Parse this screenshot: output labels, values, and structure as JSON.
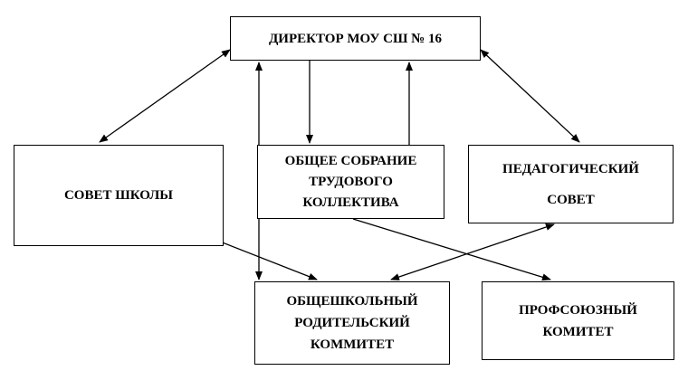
{
  "boxes": {
    "director": [
      "ДИРЕКТОР МОУ СШ № 16"
    ],
    "council": [
      "СОВЕТ ШКОЛЫ"
    ],
    "assembly": [
      "ОБЩЕЕ СОБРАНИЕ",
      "ТРУДОВОГО",
      "КОЛЛЕКТИВА"
    ],
    "pedsov": [
      "ПЕДАГОГИЧЕСКИЙ",
      "СОВЕТ"
    ],
    "parents": [
      "ОБЩЕШКОЛЬНЫЙ",
      "РОДИТЕЛЬСКИЙ",
      "КОММИТЕТ"
    ],
    "union": [
      "ПРОФСОЮЗНЫЙ",
      "КОМИТЕТ"
    ]
  },
  "connections": [
    {
      "from": "director",
      "to": "council",
      "arrows": "both"
    },
    {
      "from": "director",
      "to": "pedsov",
      "arrows": "both"
    },
    {
      "from": "director",
      "to": "assembly",
      "arrows": "end"
    },
    {
      "from": "assembly",
      "to": "director",
      "arrows": "end"
    },
    {
      "from": "director",
      "to": "parents",
      "arrows": "both"
    },
    {
      "from": "council",
      "to": "parents",
      "arrows": "both"
    },
    {
      "from": "pedsov",
      "to": "parents",
      "arrows": "both"
    },
    {
      "from": "assembly",
      "to": "union",
      "arrows": "end"
    }
  ]
}
